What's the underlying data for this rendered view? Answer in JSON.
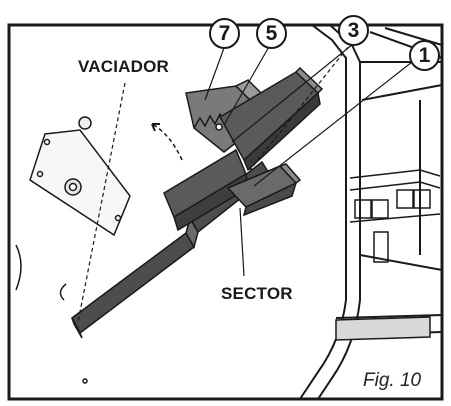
{
  "figure": {
    "caption": "Fig. 10",
    "labels": {
      "vaciador": "VACIADOR",
      "sector": "SECTOR"
    },
    "callouts": [
      "7",
      "5",
      "3",
      "1"
    ],
    "colors": {
      "line": "#1a1a1a",
      "part_dark": "#4d4d4d",
      "part_mid": "#6a6a6a",
      "part_light": "#8c8c8c",
      "background": "#ffffff"
    }
  }
}
